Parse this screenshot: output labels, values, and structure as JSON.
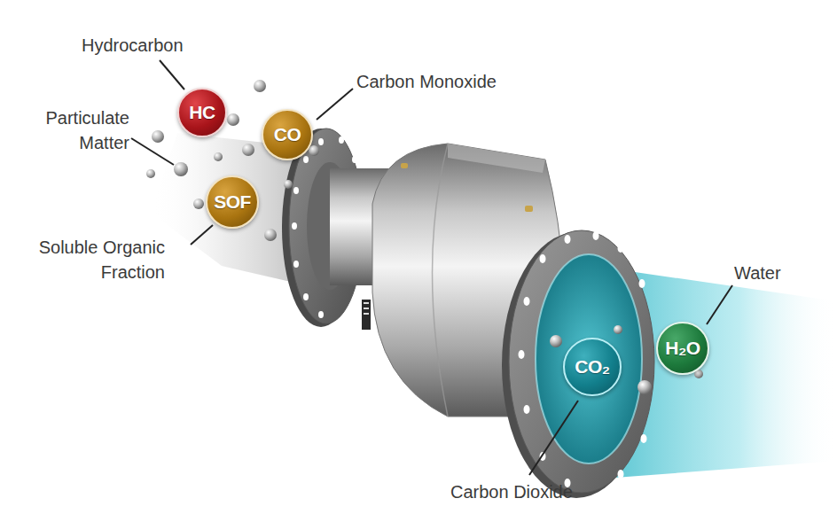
{
  "diagram": {
    "nodes": [
      {
        "text": [
          "HC"
        ]
      },
      {
        "text": [
          "CO"
        ]
      },
      {
        "text": [
          "SOF"
        ]
      },
      {
        "text": [
          "CO₂"
        ]
      },
      {
        "text": [
          "H₂O"
        ]
      }
    ],
    "labels": [
      "Hydrocarbon",
      "Carbon Monoxide",
      "Particulate Matter",
      "Soluble Organic Fraction",
      "Water",
      "Carbon Dioxide"
    ]
  }
}
